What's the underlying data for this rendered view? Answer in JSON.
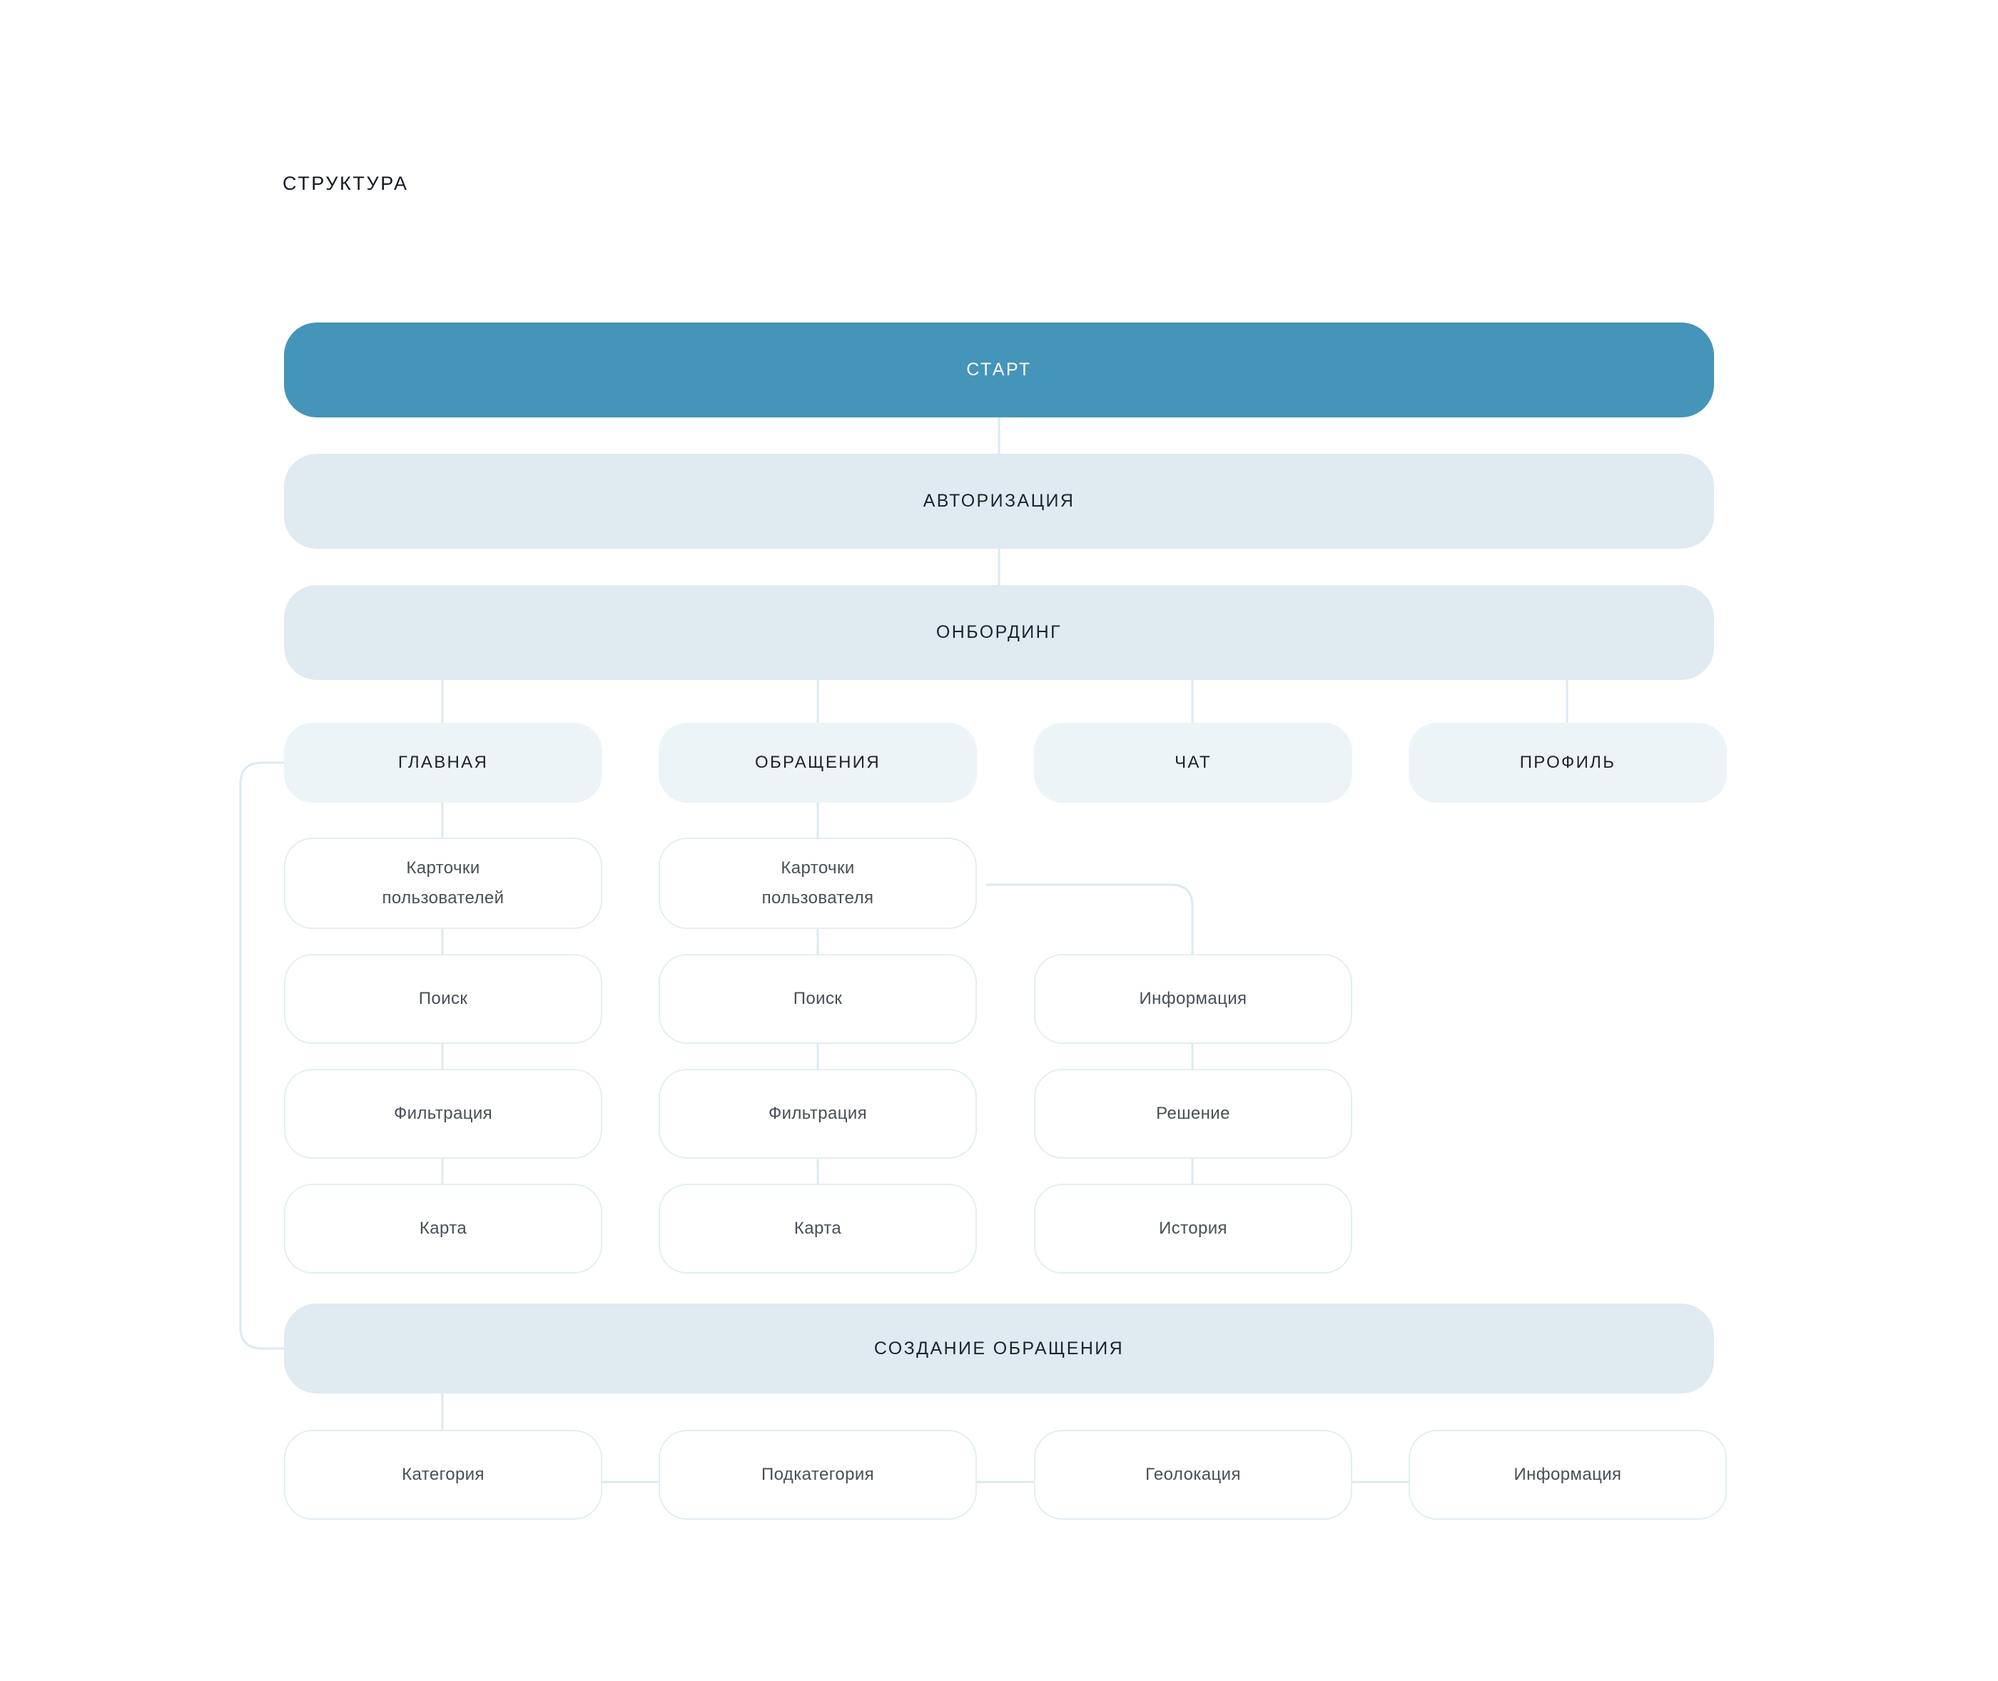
{
  "page": {
    "title": "СТРУКТУРА"
  },
  "colors": {
    "primary": "#4594BA",
    "bar_fill": "#DFEAF1",
    "pill_fill": "#EDF4F7",
    "card_border": "#E2EEF3",
    "link_line": "#DCEAF0",
    "title_text": "#131821",
    "card_text": "#474F58"
  },
  "diagram": {
    "type": "flowchart",
    "levels": [
      {
        "id": "level-start",
        "nodes": [
          {
            "id": "start",
            "label": "СТАРТ",
            "style": "primary-bar"
          }
        ]
      },
      {
        "id": "level-auth",
        "nodes": [
          {
            "id": "auth",
            "label": "АВТОРИЗАЦИЯ",
            "style": "bar"
          }
        ]
      },
      {
        "id": "level-onboarding",
        "nodes": [
          {
            "id": "onboarding",
            "label": "ОНБОРДИНГ",
            "style": "bar"
          }
        ]
      },
      {
        "id": "level-tabs",
        "nodes": [
          {
            "id": "tab-main",
            "label": "ГЛАВНАЯ",
            "style": "pill"
          },
          {
            "id": "tab-requests",
            "label": "ОБРАЩЕНИЯ",
            "style": "pill"
          },
          {
            "id": "tab-chat",
            "label": "ЧАТ",
            "style": "pill"
          },
          {
            "id": "tab-profile",
            "label": "ПРОФИЛЬ",
            "style": "pill"
          }
        ]
      },
      {
        "id": "level-columns",
        "columns": [
          {
            "id": "col-main",
            "parent": "tab-main",
            "cards": [
              {
                "id": "main-user-cards",
                "label": "Карточки\nпользователей"
              },
              {
                "id": "main-search",
                "label": "Поиск"
              },
              {
                "id": "main-filter",
                "label": "Фильтрация"
              },
              {
                "id": "main-map",
                "label": "Карта"
              }
            ]
          },
          {
            "id": "col-requests",
            "parent": "tab-requests",
            "cards": [
              {
                "id": "req-user-card",
                "label": "Карточки\nпользователя"
              },
              {
                "id": "req-search",
                "label": "Поиск"
              },
              {
                "id": "req-filter",
                "label": "Фильтрация"
              },
              {
                "id": "req-map",
                "label": "Карта"
              }
            ]
          },
          {
            "id": "col-detail",
            "parent": "req-user-card",
            "cards": [
              {
                "id": "detail-info",
                "label": "Информация"
              },
              {
                "id": "detail-solution",
                "label": "Решение"
              },
              {
                "id": "detail-history",
                "label": "История"
              }
            ]
          }
        ]
      },
      {
        "id": "level-create",
        "nodes": [
          {
            "id": "create-request",
            "label": "СОЗДАНИЕ ОБРАЩЕНИЯ",
            "style": "bar"
          }
        ]
      },
      {
        "id": "level-create-steps",
        "nodes": [
          {
            "id": "step-category",
            "label": "Категория",
            "style": "card"
          },
          {
            "id": "step-subcategory",
            "label": "Подкатегория",
            "style": "card"
          },
          {
            "id": "step-geolocation",
            "label": "Геолокация",
            "style": "card"
          },
          {
            "id": "step-information",
            "label": "Информация",
            "style": "card"
          }
        ]
      }
    ]
  }
}
